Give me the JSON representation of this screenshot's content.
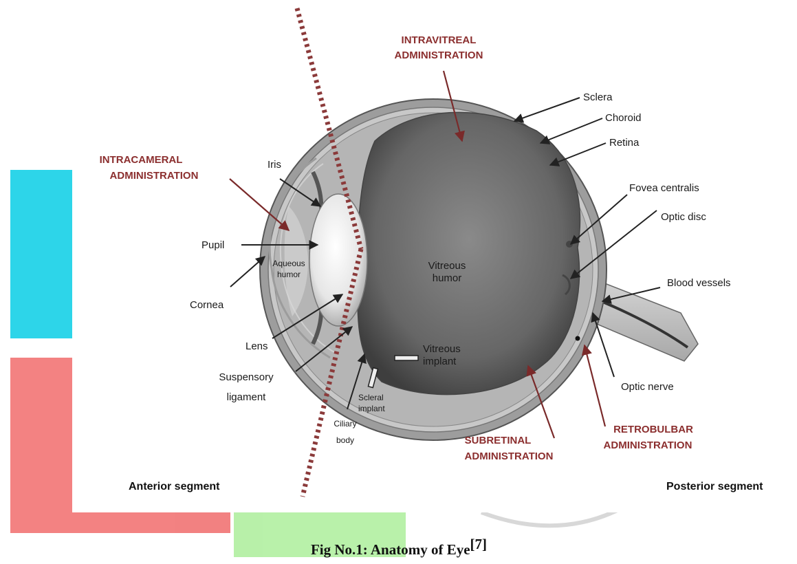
{
  "figure": {
    "caption": "Fig No.1: Anatomy of Eye",
    "caption_ref": "[7]",
    "colors": {
      "administration_text": "#8b2e2e",
      "dotted_divider": "#8b3a3a",
      "vitreous": "#6e6e6e",
      "watermark_cyan": "#22d3e8",
      "watermark_red": "#f27b7b",
      "watermark_green": "#b5f0a5"
    }
  },
  "administration": {
    "intravitreal_1": "INTRAVITREAL",
    "intravitreal_2": "ADMINISTRATION",
    "intracameral_1": "INTRACAMERAL",
    "intracameral_2": "ADMINISTRATION",
    "subretinal_1": "SUBRETINAL",
    "subretinal_2": "ADMINISTRATION",
    "retrobulbar_1": "RETROBULBAR",
    "retrobulbar_2": "ADMINISTRATION"
  },
  "labels": {
    "sclera": "Sclera",
    "choroid": "Choroid",
    "retina": "Retina",
    "iris": "Iris",
    "fovea": "Fovea centralis",
    "optic_disc": "Optic disc",
    "pupil": "Pupil",
    "aqueous_1": "Aqueous",
    "aqueous_2": "humor",
    "vitreous_1": "Vitreous",
    "vitreous_2": "humor",
    "blood_vessels": "Blood vessels",
    "cornea": "Cornea",
    "lens": "Lens",
    "vit_implant_1": "Vitreous",
    "vit_implant_2": "implant",
    "suspensory_1": "Suspensory",
    "suspensory_2": "ligament",
    "scleral_1": "Scleral",
    "scleral_2": "implant",
    "optic_nerve": "Optic nerve",
    "ciliary_1": "Ciliary",
    "ciliary_2": "body"
  },
  "segments": {
    "anterior": "Anterior segment",
    "posterior": "Posterior segment"
  }
}
